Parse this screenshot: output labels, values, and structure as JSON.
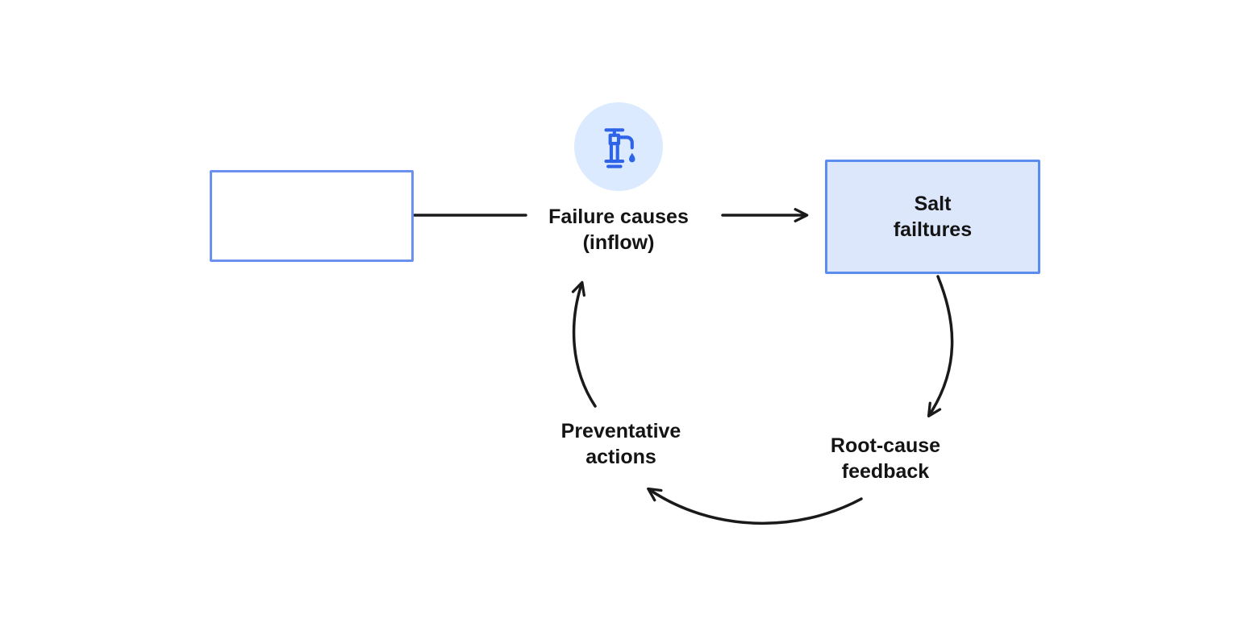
{
  "diagram": {
    "nodes": {
      "empty_box": {
        "label": ""
      },
      "inflow": {
        "lines": [
          "Failure causes",
          "(inflow)"
        ]
      },
      "stock": {
        "lines": [
          "Salt",
          "failtures"
        ]
      },
      "root_cause": {
        "lines": [
          "Root-cause",
          "feedback"
        ]
      },
      "preventative": {
        "lines": [
          "Preventative",
          "actions"
        ]
      }
    },
    "icons": {
      "inflow_icon": "faucet-icon"
    },
    "colors": {
      "accent_border": "#5b8def",
      "stock_fill": "#dce7fb",
      "icon_background": "#dbeafe",
      "icon_stroke": "#2f63e8",
      "arrow": "#1a1a1a",
      "text": "#141414"
    }
  }
}
